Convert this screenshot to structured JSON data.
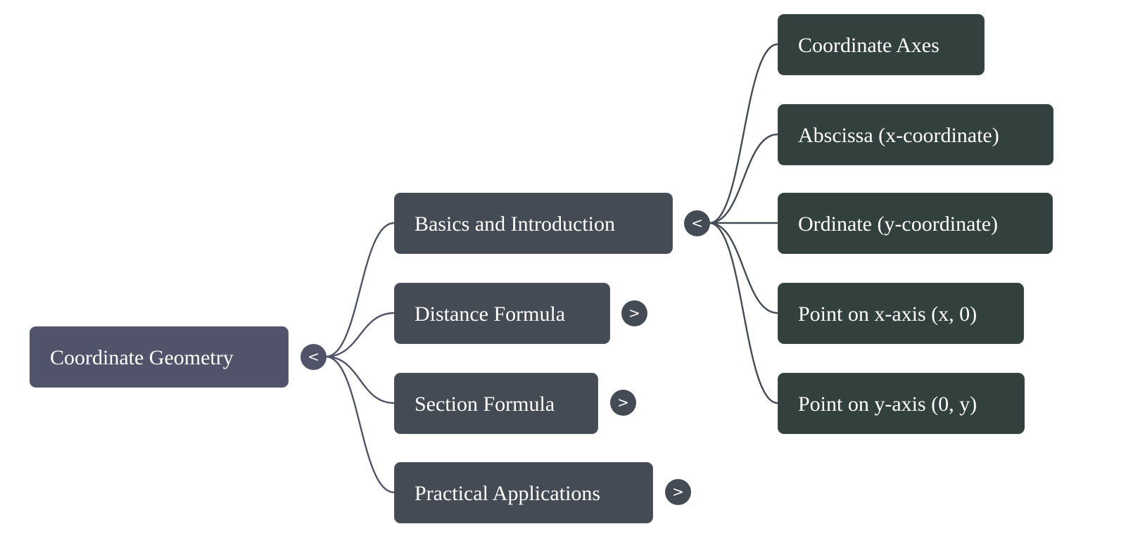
{
  "mindmap": {
    "root": {
      "label": "Coordinate Geometry",
      "toggle": "<",
      "expanded": true,
      "color": "#50536a"
    },
    "branches": [
      {
        "label": "Basics and Introduction",
        "toggle": "<",
        "expanded": true,
        "children": [
          {
            "label": "Coordinate Axes"
          },
          {
            "label": "Abscissa (x-coordinate)"
          },
          {
            "label": "Ordinate (y-coordinate)"
          },
          {
            "label": "Point on x-axis (x, 0)"
          },
          {
            "label": "Point on y-axis (0, y)"
          }
        ]
      },
      {
        "label": "Distance Formula",
        "toggle": ">",
        "expanded": false
      },
      {
        "label": "Section Formula",
        "toggle": ">",
        "expanded": false
      },
      {
        "label": "Practical Applications",
        "toggle": ">",
        "expanded": false
      }
    ],
    "colors": {
      "root": "#50536a",
      "branch": "#454b55",
      "leaf": "#33413e",
      "root_link": "#505466",
      "branch_link": "#454b55"
    }
  }
}
